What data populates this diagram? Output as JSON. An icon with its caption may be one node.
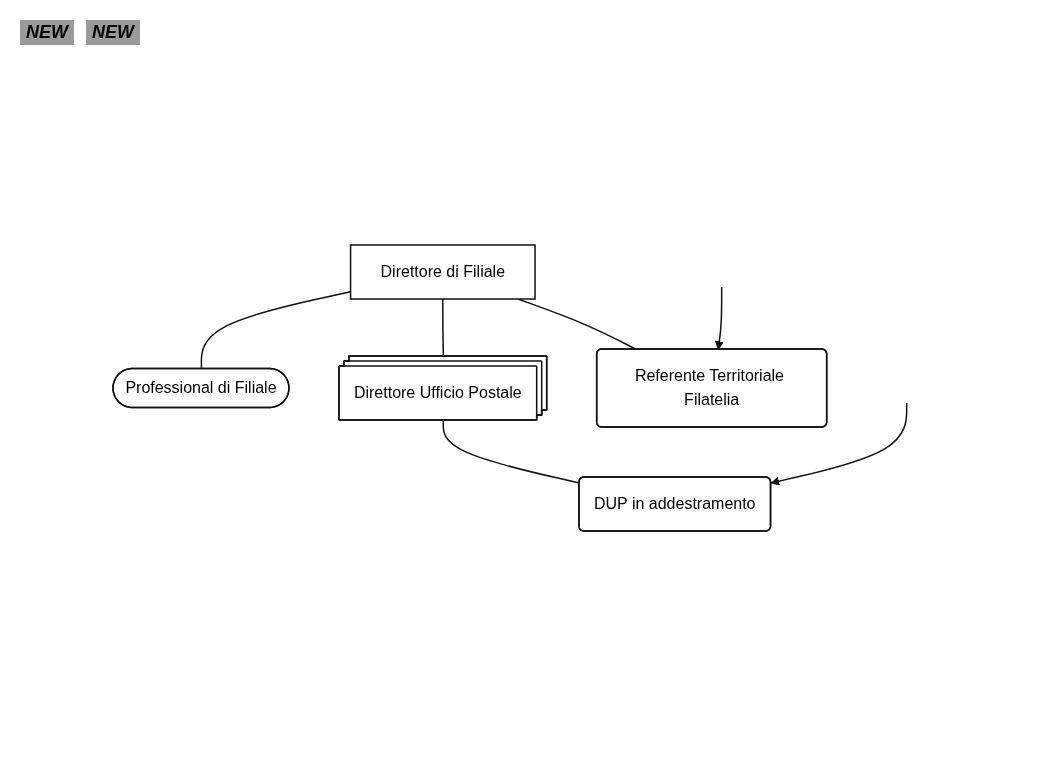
{
  "diagram": {
    "nodes": [
      {
        "text": [
          "Direttore di Filiale"
        ]
      },
      {
        "text": [
          "Professional di Filiale"
        ]
      },
      {
        "text": [
          "Direttore Ufficio Postale"
        ]
      },
      {
        "text": [
          "Referente Territoriale Filatelia"
        ]
      },
      {
        "text": [
          "DUP in addestramento"
        ]
      }
    ],
    "edges": [
      {
        "from": 0,
        "to": 2,
        "arrow": "none"
      },
      {
        "from": 0,
        "to": 1,
        "arrow": "none"
      },
      {
        "from": 0,
        "to": 3,
        "arrow": "none"
      },
      {
        "from": 2,
        "to": 4,
        "arrow": "none"
      },
      {
        "from": null,
        "to": 3,
        "arrow": "to"
      },
      {
        "from": null,
        "to": 4,
        "arrow": "to"
      }
    ],
    "labels": [
      "NEW",
      "NEW"
    ]
  }
}
